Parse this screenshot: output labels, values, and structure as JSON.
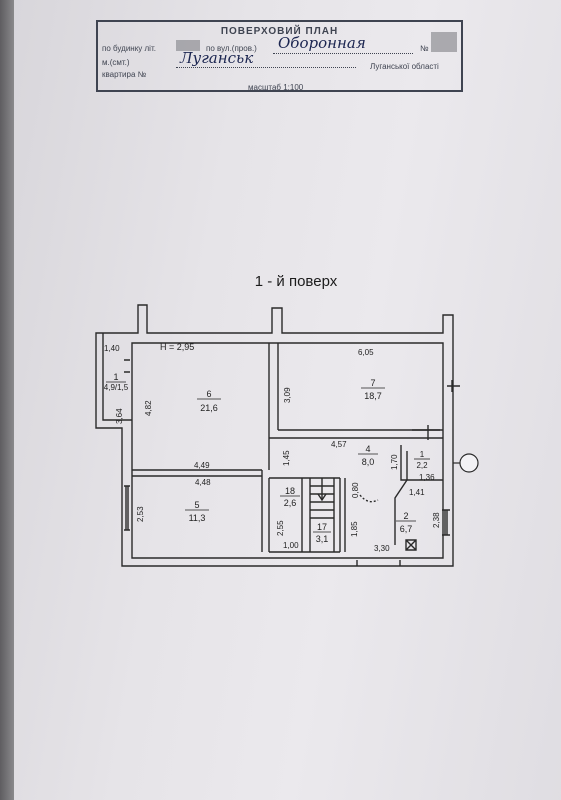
{
  "stamp": {
    "title": "ПОВЕРХОВИЙ ПЛАН",
    "line1_prefix": "по будинку літ.",
    "line1_mid": "по вул.(пров.)",
    "line1_hand": "Оборонная",
    "line1_no": "№",
    "line2_prefix": "м.(смт.)",
    "line2_hand": "Луганськ",
    "line2_suffix": "Луганської області",
    "line3": "квартира №",
    "scale": "масштаб 1:100"
  },
  "floor_title": "1 - й поверх",
  "plan": {
    "height_label": "H = 2,95",
    "rooms": [
      {
        "num": "1",
        "area": "4,9/1,5"
      },
      {
        "num": "6",
        "area": "21,6"
      },
      {
        "num": "7",
        "area": "18,7"
      },
      {
        "num": "4",
        "area": "8,0"
      },
      {
        "num": "1",
        "area": "2,2"
      },
      {
        "num": "5",
        "area": "11,3"
      },
      {
        "num": "18",
        "area": "2,6"
      },
      {
        "num": "17",
        "area": "3,1"
      },
      {
        "num": "2",
        "area": "6,7"
      }
    ],
    "dimensions": [
      "1,40",
      "3,64",
      "4,82",
      "3,09",
      "6,05",
      "1,45",
      "4,57",
      "1,70",
      "4,49",
      "4,48",
      "1,36",
      "1,41",
      "2,53",
      "0,80",
      "2,55",
      "1,00",
      "1,85",
      "3,30",
      "2,38"
    ]
  }
}
